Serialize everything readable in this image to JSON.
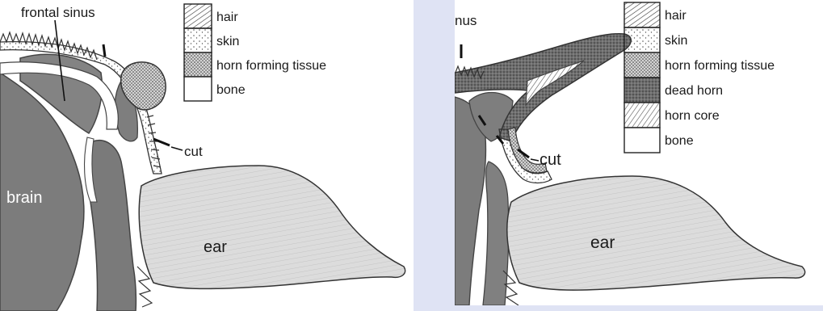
{
  "left": {
    "labels": {
      "frontal_sinus": "frontal sinus",
      "brain": "brain",
      "ear": "ear",
      "cut": "cut"
    },
    "legend": [
      "hair",
      "skin",
      "horn forming tissue",
      "bone"
    ]
  },
  "right": {
    "labels": {
      "sinus_fragment": "nus",
      "ear": "ear",
      "cut": "cut"
    },
    "legend": [
      "hair",
      "skin",
      "horn forming tissue",
      "dead horn",
      "horn core",
      "bone"
    ]
  },
  "colors": {
    "page_background": "#dfe3f4",
    "bone": "#ffffff",
    "tissue_dark": "#7c7c7c",
    "ear_fill": "#dcdcdc"
  }
}
